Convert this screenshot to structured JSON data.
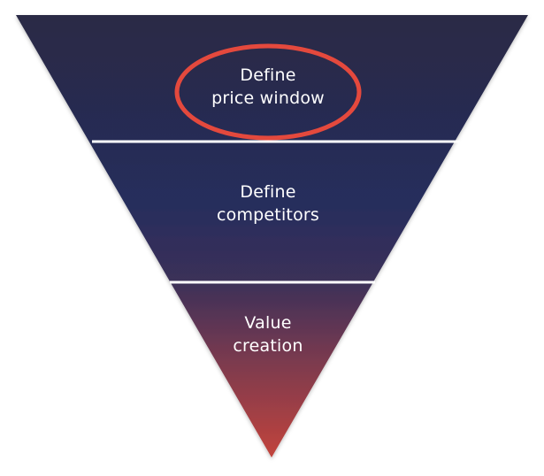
{
  "funnel": {
    "levels": [
      {
        "line1": "Define",
        "line2": "price window",
        "highlighted": true
      },
      {
        "line1": "Define",
        "line2": "competitors",
        "highlighted": false
      },
      {
        "line1": "Value",
        "line2": "creation",
        "highlighted": false
      }
    ],
    "colors": {
      "top": "#2a2b45",
      "middle": "#262d5c",
      "bottom": "#c2443c",
      "divider": "#ffffff",
      "highlight_ring": "#e4493d"
    }
  }
}
